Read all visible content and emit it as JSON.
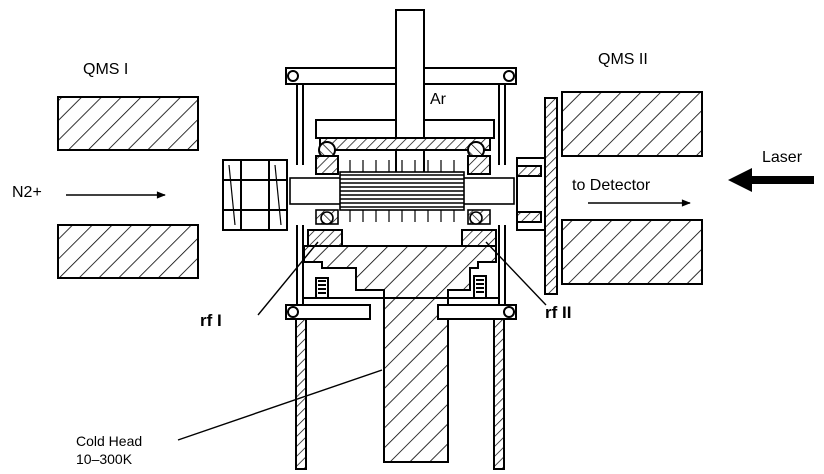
{
  "labels": {
    "qms1": "QMS I",
    "qms2": "QMS II",
    "ion": "N2+",
    "gas": "Ar",
    "laser": "Laser",
    "to_detector": "to Detector",
    "rf1": "rf I",
    "rf2": "rf II",
    "cold_head_line1": "Cold Head",
    "cold_head_line2": "10–300K"
  },
  "colors": {
    "ink": "#000000",
    "paper": "#ffffff"
  }
}
